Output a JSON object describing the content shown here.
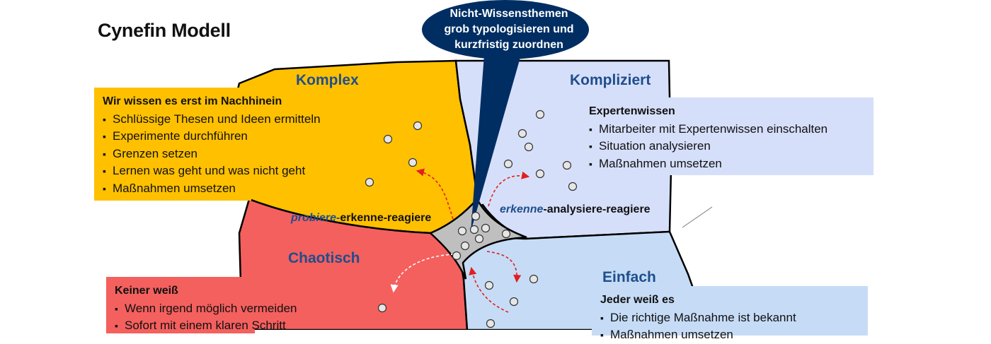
{
  "title": "Cynefin Modell",
  "callout": {
    "lines": [
      "Nicht-Wissensthemen",
      "grob typologisieren und",
      "kurzfristig zuordnen"
    ]
  },
  "quadrants": {
    "komplex": {
      "name": "Komplex",
      "box_heading": "Wir wissen es erst im Nachhinein",
      "items": [
        "Schlüssige Thesen und Ideen ermitteln",
        "Experimente durchführen",
        "Grenzen setzen",
        "Lernen was geht und was nicht geht",
        "Maßnahmen umsetzen"
      ],
      "practice_emphasis": "probiere-",
      "practice_rest": "erkenne-reagiere"
    },
    "kompliziert": {
      "name": "Kompliziert",
      "box_heading": "Expertenwissen",
      "items": [
        "Mitarbeiter mit Expertenwissen einschalten",
        "Situation analysieren",
        "Maßnahmen umsetzen"
      ],
      "practice_emphasis": "erkenne",
      "practice_rest": "-analysiere-reagiere"
    },
    "chaotisch": {
      "name": "Chaotisch",
      "box_heading": "Keiner weiß",
      "items": [
        "Wenn irgend möglich vermeiden",
        "Sofort mit einem klaren Schritt"
      ]
    },
    "einfach": {
      "name": "Einfach",
      "box_heading": "Jeder weiß es",
      "items": [
        "Die richtige Maßnahme ist bekannt",
        "Maßnahmen umsetzen"
      ]
    }
  },
  "colors": {
    "komplex": "#ffc000",
    "kompliziert": "#d6dffa",
    "chaotisch": "#f4605e",
    "einfach": "#c6dcf6",
    "center": "#bfbfbf",
    "callout": "#002e63",
    "heading_blue": "#1f4e8c",
    "arrow_red": "#e02020"
  }
}
